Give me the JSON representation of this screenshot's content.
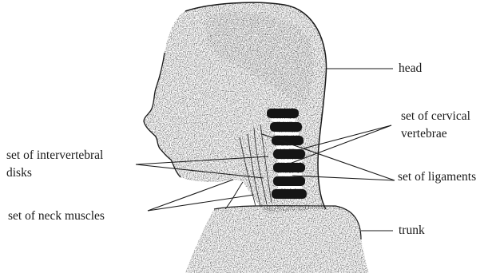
{
  "diagram": {
    "labels": {
      "head": "head",
      "cervical_vertebrae": [
        "set of cervical",
        "vertebrae"
      ],
      "ligaments": "set of ligaments",
      "trunk": "trunk",
      "intervertebral_disks": [
        "set of intervertebral",
        "disks"
      ],
      "neck_muscles": "set of neck muscles"
    }
  },
  "colors": {
    "ink": "#1a1a1a",
    "stipple": "#2a2a2a",
    "background": "#ffffff"
  }
}
